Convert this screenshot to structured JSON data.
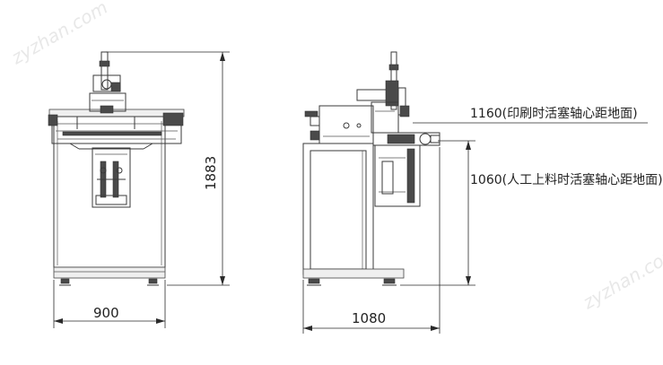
{
  "dimensions": {
    "front_width": "900",
    "side_width": "1080",
    "overall_height": "1883"
  },
  "annotations": {
    "printing_height": "1160(印刷时活塞轴心距地面)",
    "loading_height": "1060(人工上料时活塞轴心距地面)"
  },
  "watermark": "zyzhan.com"
}
